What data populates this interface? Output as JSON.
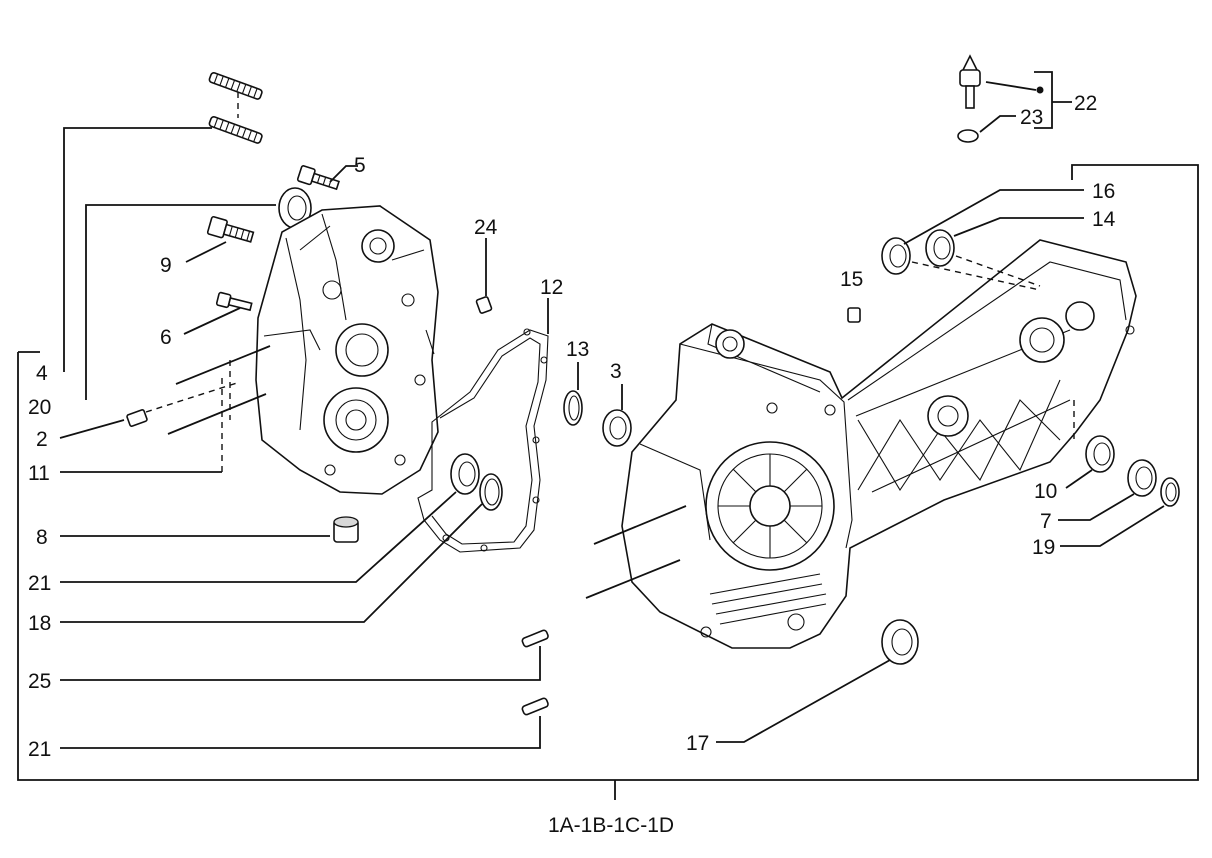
{
  "diagram": {
    "footer_label": "1A-1B-1C-1D",
    "callouts": [
      {
        "id": "c5",
        "text": "5"
      },
      {
        "id": "c9",
        "text": "9"
      },
      {
        "id": "c6",
        "text": "6"
      },
      {
        "id": "c4",
        "text": "4"
      },
      {
        "id": "c20",
        "text": "20"
      },
      {
        "id": "c2",
        "text": "2"
      },
      {
        "id": "c11",
        "text": "11"
      },
      {
        "id": "c8",
        "text": "8"
      },
      {
        "id": "c21a",
        "text": "21"
      },
      {
        "id": "c18",
        "text": "18"
      },
      {
        "id": "c24",
        "text": "24"
      },
      {
        "id": "c12",
        "text": "12"
      },
      {
        "id": "c13",
        "text": "13"
      },
      {
        "id": "c3",
        "text": "3"
      },
      {
        "id": "c25",
        "text": "25"
      },
      {
        "id": "c21b",
        "text": "21"
      },
      {
        "id": "c15",
        "text": "15"
      },
      {
        "id": "c16",
        "text": "16"
      },
      {
        "id": "c14",
        "text": "14"
      },
      {
        "id": "c22",
        "text": "22"
      },
      {
        "id": "c23",
        "text": "23"
      },
      {
        "id": "c10",
        "text": "10"
      },
      {
        "id": "c7",
        "text": "7"
      },
      {
        "id": "c19",
        "text": "19"
      },
      {
        "id": "c17",
        "text": "17"
      }
    ]
  }
}
